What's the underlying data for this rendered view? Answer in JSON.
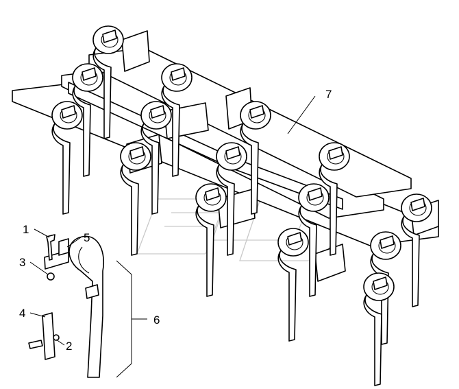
{
  "diagram": {
    "callouts": [
      {
        "id": "c1",
        "label": "1"
      },
      {
        "id": "c2",
        "label": "2"
      },
      {
        "id": "c3",
        "label": "3"
      },
      {
        "id": "c4",
        "label": "4"
      },
      {
        "id": "c5",
        "label": "5"
      },
      {
        "id": "c6",
        "label": "6"
      },
      {
        "id": "c7",
        "label": "7"
      }
    ],
    "colors": {
      "line": "#000000",
      "background": "#ffffff",
      "watermark": "#c9c9c9"
    }
  }
}
